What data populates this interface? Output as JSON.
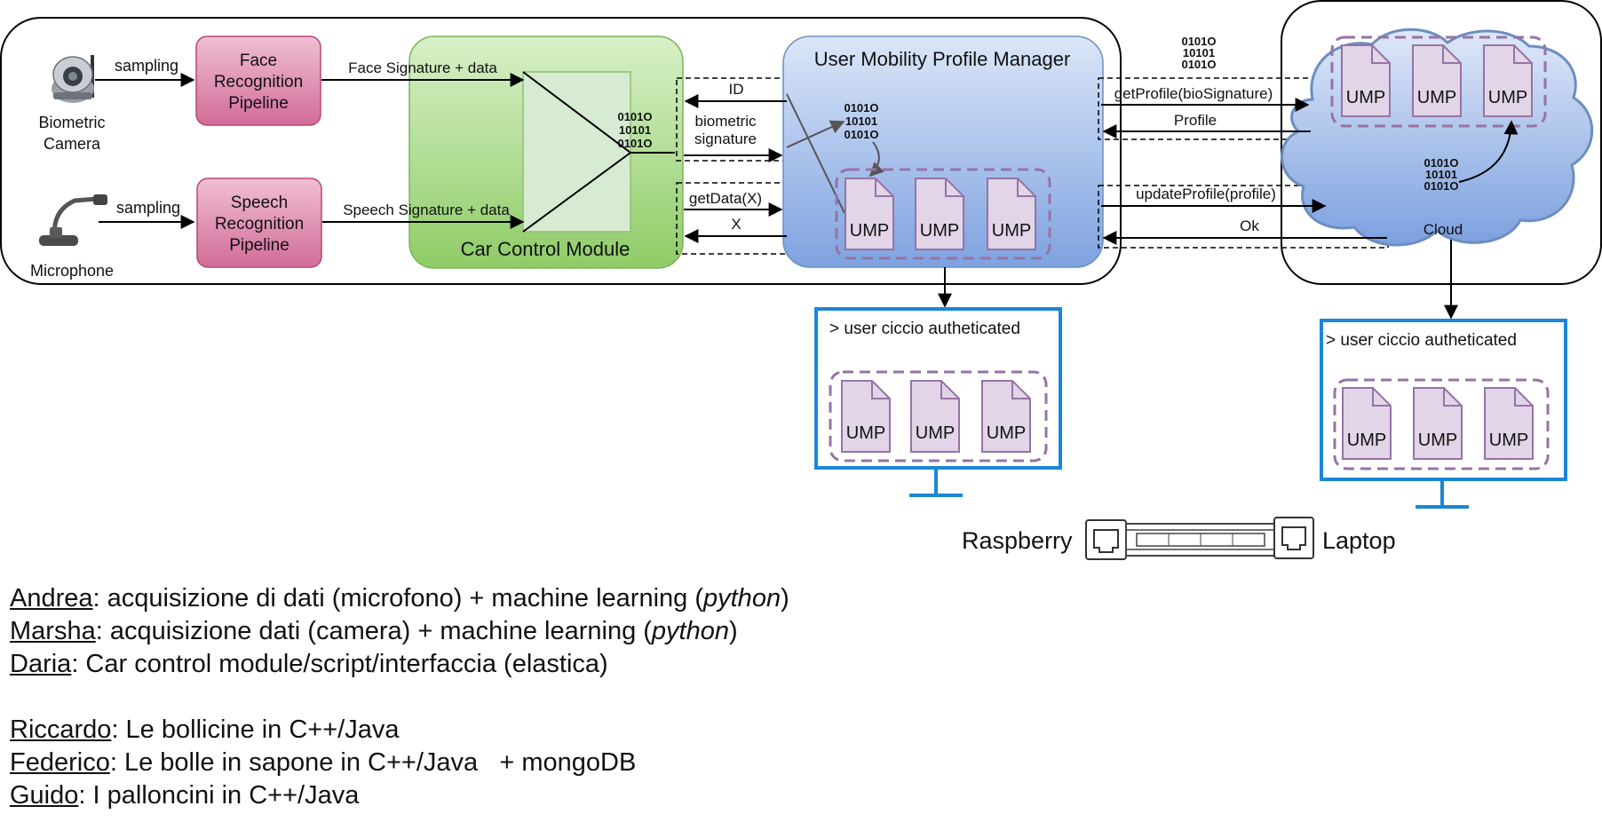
{
  "diagram": {
    "camera_label": [
      "Biometric",
      "Camera"
    ],
    "microphone_label": "Microphone",
    "sampling_top": "sampling",
    "sampling_bottom": "sampling",
    "face_pipeline": [
      "Face",
      "Recognition",
      "Pipeline"
    ],
    "speech_pipeline": [
      "Speech",
      "Recognition",
      "Pipeline"
    ],
    "face_signature": "Face Signature + data",
    "speech_signature": "Speech Signature + data",
    "car_control_module": "Car Control Module",
    "binary": [
      "0101O",
      "10101",
      "0101O"
    ],
    "arrow_id": "ID",
    "arrow_biometric": [
      "biometric",
      "signature"
    ],
    "arrow_getdata": "getData(X)",
    "arrow_x": "X",
    "ump_manager_title": "User Mobility Profile Manager",
    "ump_label": "UMP",
    "get_profile": "getProfile(bioSignature)",
    "profile": "Profile",
    "update_profile": "updateProfile(profile)",
    "ok": "Ok",
    "cloud": "Cloud",
    "console_left": "> user ciccio autheticated",
    "console_right": "> user ciccio autheticated",
    "raspberry": "Raspberry",
    "laptop": "Laptop"
  },
  "notes": [
    {
      "name": "Andrea",
      "parts": [
        ": acquisizione di dati (microfono) + machine learning (",
        "python",
        ")"
      ]
    },
    {
      "name": "Marsha",
      "parts": [
        ": acquisizione dati (camera) + machine learning (",
        "python",
        ")"
      ]
    },
    {
      "name": "Daria",
      "parts": [
        ": Car control module/script/interfaccia (elastica)",
        "",
        ""
      ]
    },
    {
      "name": "Riccardo",
      "parts": [
        ": Le bollicine in C++/Java",
        "",
        ""
      ]
    },
    {
      "name": "Federico",
      "parts": [
        ": Le bolle in sapone in C++/Java   + mongoDB",
        "",
        ""
      ]
    },
    {
      "name": "Guido",
      "parts": [
        ": I palloncini in C++/Java",
        "",
        ""
      ]
    }
  ],
  "colors": {
    "pipeline_fill": "#d9739f",
    "car_module_fill": "#a9d98c",
    "manager_fill": "#8eb0e6",
    "ump_fill": "#e1d5e7",
    "ump_stroke": "#9673a6",
    "monitor_blue": "#1a86d8"
  }
}
